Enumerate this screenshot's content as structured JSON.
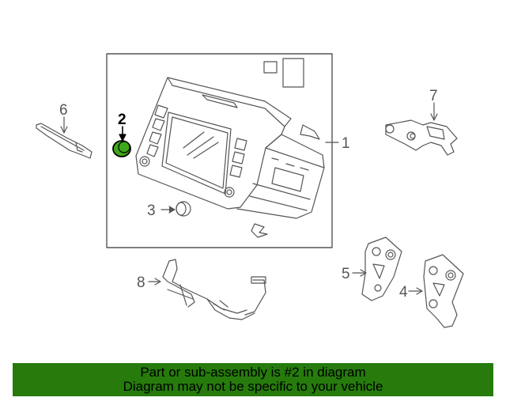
{
  "diagram": {
    "callouts": [
      {
        "id": "1",
        "label": "1"
      },
      {
        "id": "2",
        "label": "2"
      },
      {
        "id": "3",
        "label": "3"
      },
      {
        "id": "4",
        "label": "4"
      },
      {
        "id": "5",
        "label": "5"
      },
      {
        "id": "6",
        "label": "6"
      },
      {
        "id": "7",
        "label": "7"
      },
      {
        "id": "8",
        "label": "8"
      }
    ],
    "highlighted_part": "2",
    "colors": {
      "highlight": "#3fa81a",
      "line": "#555555",
      "footer": "#267b0c"
    }
  },
  "footer": {
    "line1": "Part or sub-assembly is #2 in diagram",
    "line2": "Diagram may not be specific to your vehicle"
  }
}
